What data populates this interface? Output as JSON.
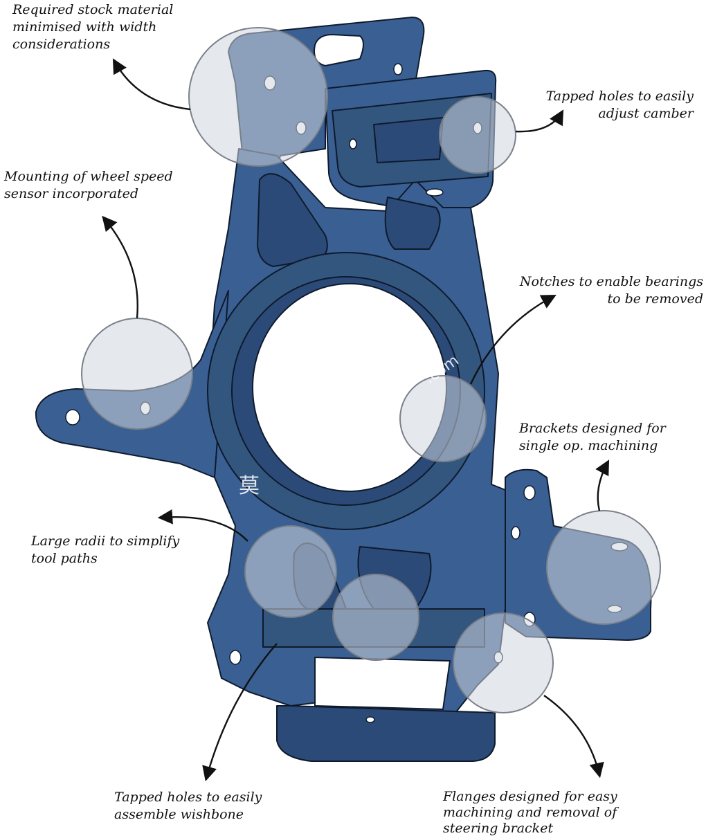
{
  "colors": {
    "part_fill": "#3a5f93",
    "part_edge": "#0e1a2c",
    "part_shade": "#2b4a78",
    "highlight": "#cfd6df",
    "arrow": "#111111"
  },
  "callouts": [
    {
      "id": "stock",
      "lines": [
        "Required stock material",
        "minimised  with width",
        "considerations"
      ]
    },
    {
      "id": "camber",
      "lines": [
        "Tapped holes to easily",
        "adjust camber"
      ]
    },
    {
      "id": "sensor",
      "lines": [
        "Mounting of wheel speed",
        "sensor incorporated"
      ]
    },
    {
      "id": "notches",
      "lines": [
        "Notches to enable bearings",
        "to be removed"
      ]
    },
    {
      "id": "brackets",
      "lines": [
        "Brackets designed for",
        "single op. machining"
      ]
    },
    {
      "id": "radii",
      "lines": [
        "Large radii to simplify",
        "tool paths"
      ]
    },
    {
      "id": "wishbone",
      "lines": [
        "Tapped holes to easily",
        "assemble wishbone"
      ]
    },
    {
      "id": "flanges",
      "lines": [
        "Flanges designed for easy",
        "machining and removal of",
        "steering bracket"
      ]
    }
  ],
  "watermark": {
    "left": "莫",
    "right": ".com"
  }
}
